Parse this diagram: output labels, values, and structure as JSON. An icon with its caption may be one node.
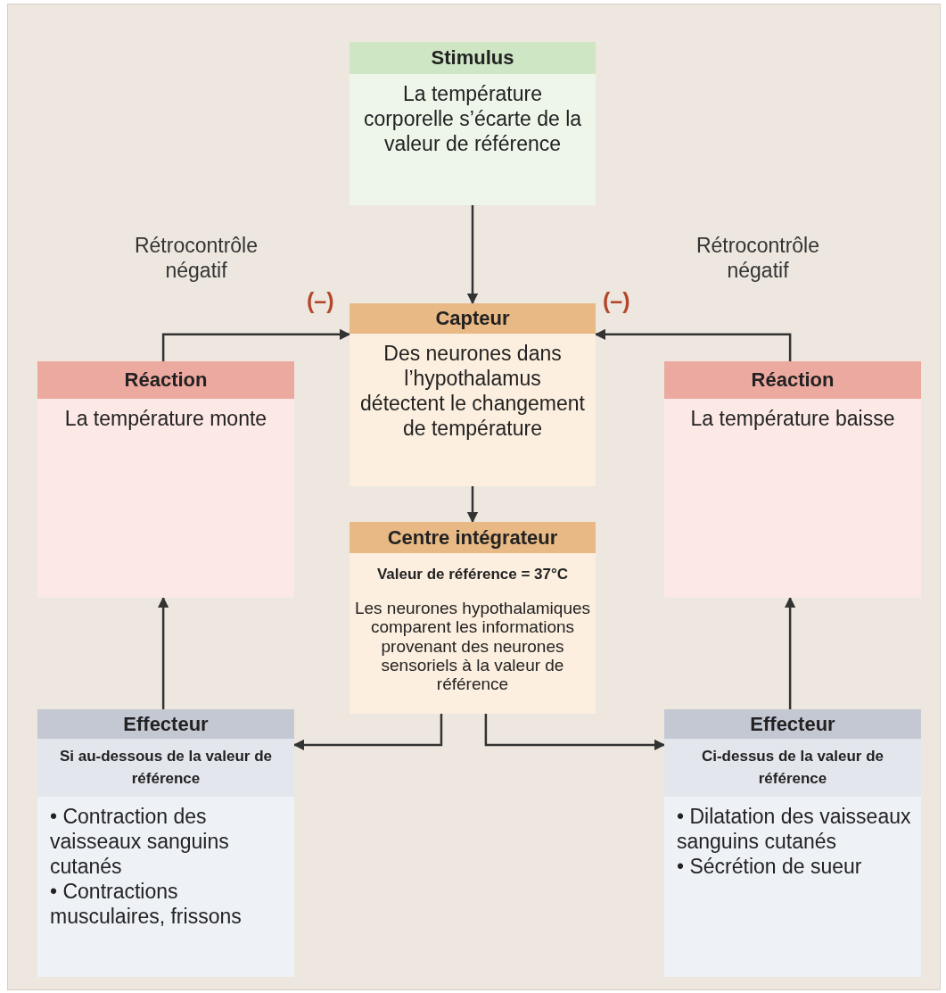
{
  "diagram": {
    "nodes": [
      {
        "text": [
          "Stimulus",
          "La température corporelle s’écarte de la valeur de référence"
        ]
      },
      {
        "text": [
          "Capteur",
          "Des neurones dans l’hypothalamus détectent le changement de température"
        ]
      },
      {
        "text": [
          "Centre intégrateur",
          "Valeur de référence = 37°C",
          "Les neurones hypothalamiques comparent les informations provenant des neurones sensoriels à la valeur de référence"
        ]
      },
      {
        "text": [
          "Réaction",
          "La température monte"
        ]
      },
      {
        "text": [
          "Réaction",
          "La température baisse"
        ]
      },
      {
        "text": [
          "Effecteur",
          "Si au-dessous de la valeur de référence",
          "• Contraction des vaisseaux sanguins cutanés",
          "• Contractions musculaires, frissons"
        ]
      },
      {
        "text": [
          "Effecteur",
          "Ci-dessus de la valeur de référence",
          "• Dilatation des vaisseaux sanguins cutanés",
          "• Sécrétion de sueur"
        ]
      }
    ],
    "edges": [
      {
        "from": 0,
        "to": 1,
        "arrow": "to"
      },
      {
        "from": 1,
        "to": 2,
        "arrow": "to"
      },
      {
        "from": 2,
        "to": 5,
        "arrow": "to"
      },
      {
        "from": 2,
        "to": 6,
        "arrow": "to"
      },
      {
        "from": 5,
        "to": 3,
        "arrow": "to"
      },
      {
        "from": 6,
        "to": 4,
        "arrow": "to"
      },
      {
        "from": 3,
        "to": 1,
        "arrow": "to",
        "label": "(–)"
      },
      {
        "from": 4,
        "to": 1,
        "arrow": "to",
        "label": "(–)"
      }
    ],
    "labels": [
      "Rétrocontrôle négatif",
      "Rétrocontrôle négatif"
    ]
  }
}
